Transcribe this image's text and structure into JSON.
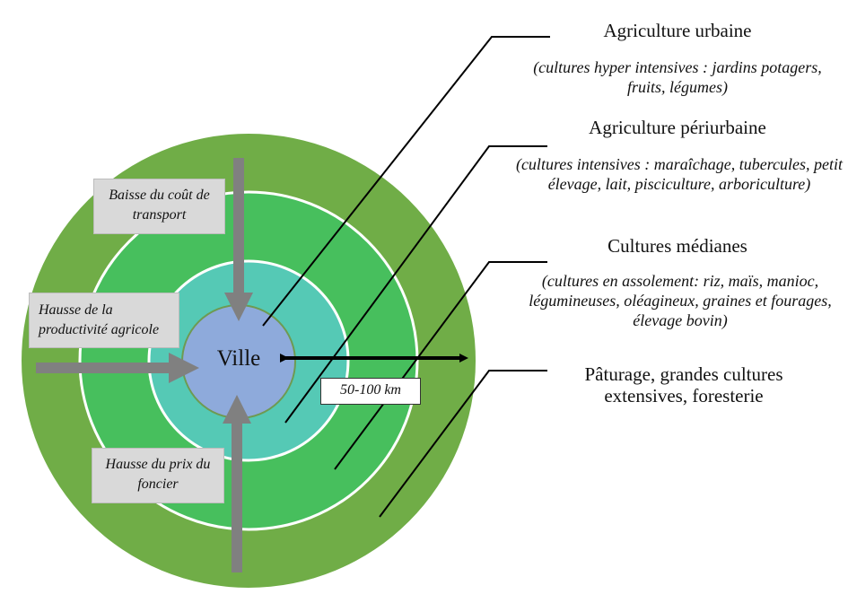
{
  "city": {
    "label": "Ville"
  },
  "distance": {
    "label": "50-100 km"
  },
  "forces": {
    "transport": "Baisse du coût de transport",
    "productivity": "Hausse de la productivité agricole",
    "land_price": "Hausse du prix du foncier"
  },
  "zones": [
    {
      "title": "Agriculture urbaine",
      "desc": "(cultures hyper intensives : jardins potagers, fruits, légumes)"
    },
    {
      "title": "Agriculture périurbaine",
      "desc": "(cultures intensives : maraîchage, tubercules, petit élevage, lait, pisciculture, arboriculture)"
    },
    {
      "title": "Cultures médianes",
      "desc": "(cultures en assolement: riz, maïs, manioc, légumineuses, oléagineux, graines et fourages, élevage bovin)"
    },
    {
      "title": "Pâturage, grandes cultures extensives, foresterie",
      "desc": ""
    }
  ],
  "colors": {
    "outer_ring": "#70ad47",
    "middle_ring": "#47bf5d",
    "inner_ring": "#55c9b5",
    "city": "#8eaadb",
    "arrow": "#808080",
    "box": "#d9d9d9"
  }
}
